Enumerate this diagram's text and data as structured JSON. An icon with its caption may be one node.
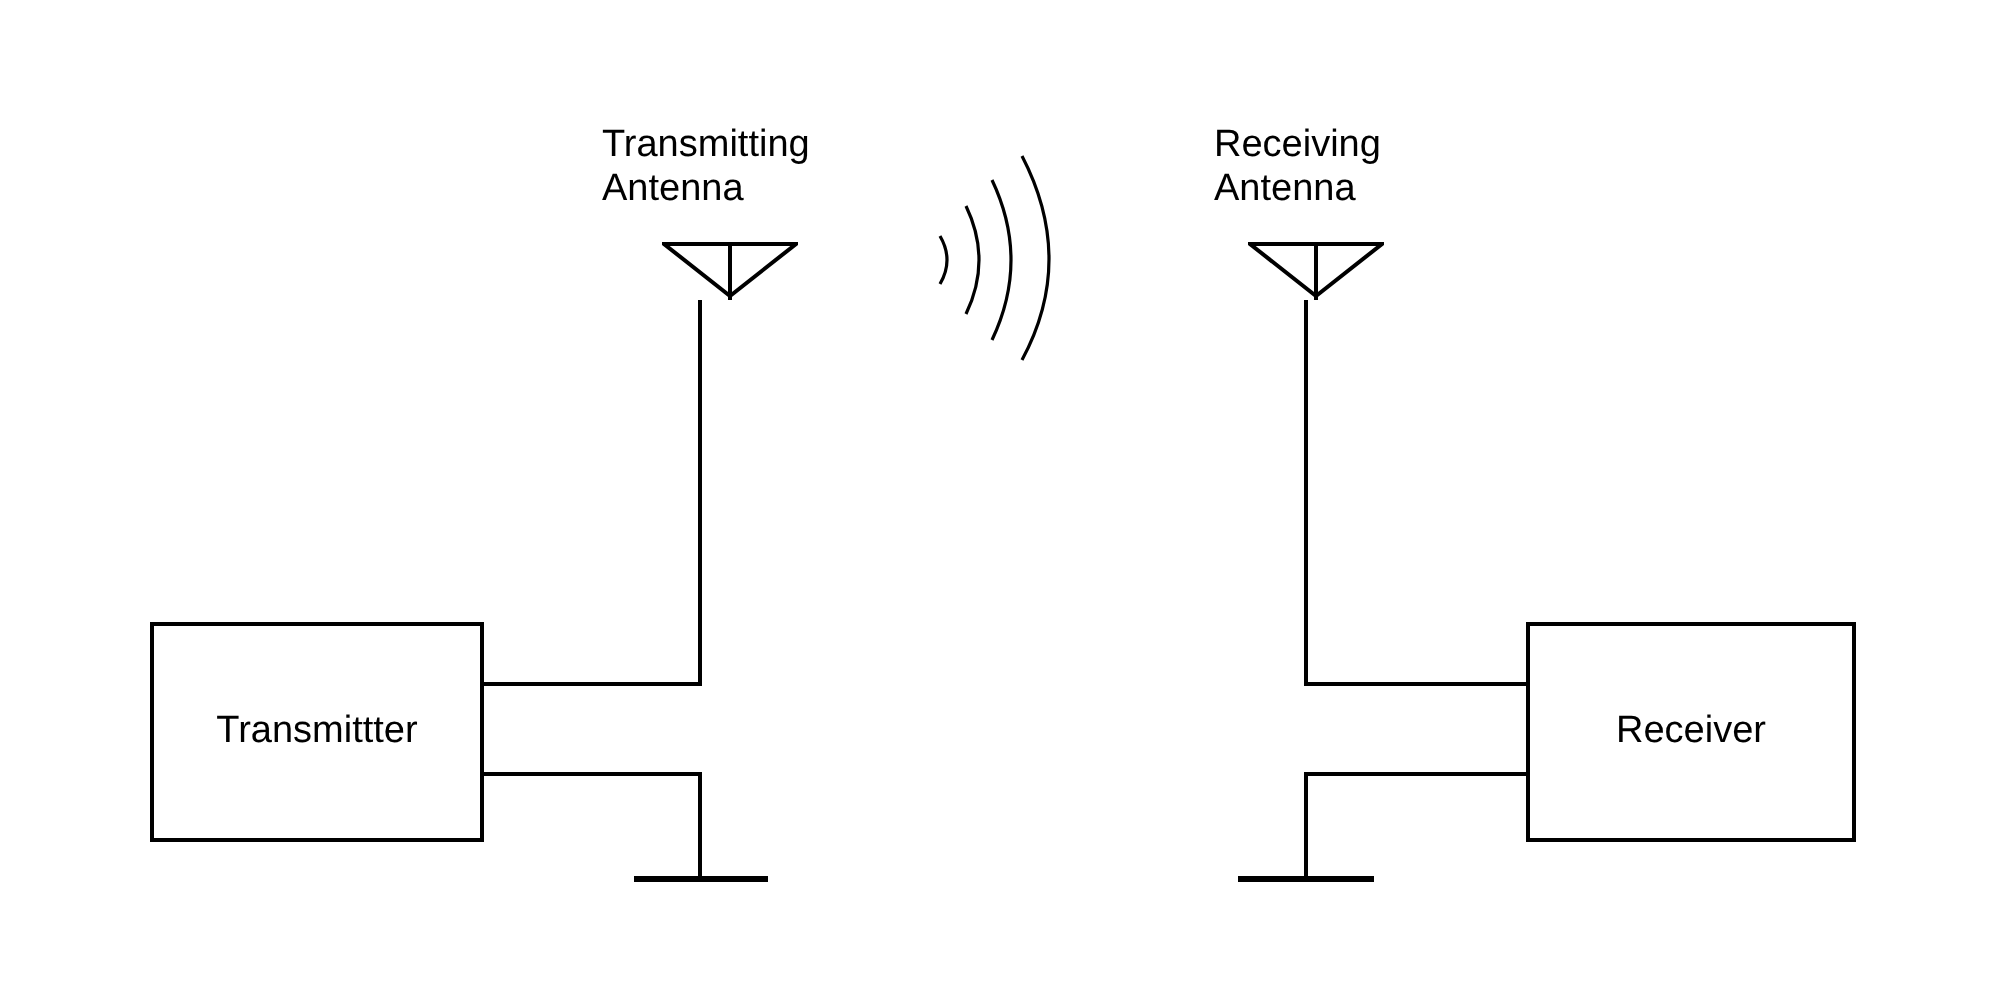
{
  "diagram": {
    "nodes": [
      {
        "text": [
          "Transmittter"
        ]
      },
      {
        "text": [
          "Transmitting Antenna"
        ]
      },
      {
        "text": [],
        "shape": "bar"
      },
      {
        "text": [
          "Receiving Antenna"
        ]
      },
      {
        "text": [
          "Receiver"
        ]
      },
      {
        "text": [],
        "shape": "bar"
      }
    ],
    "edges": [
      {
        "from": 0,
        "to": 1,
        "arrow": "none"
      },
      {
        "from": 0,
        "to": 2,
        "arrow": "none"
      },
      {
        "from": 3,
        "to": 4,
        "arrow": "none"
      },
      {
        "from": 5,
        "to": 4,
        "arrow": "none"
      }
    ]
  }
}
